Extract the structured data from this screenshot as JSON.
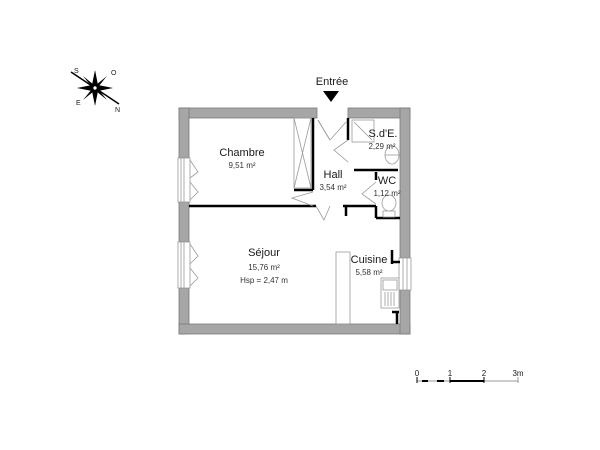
{
  "plan": {
    "entrance_label": "Entrée",
    "rooms": [
      {
        "id": "chambre",
        "name": "Chambre",
        "area": "9,51 m²"
      },
      {
        "id": "hall",
        "name": "Hall",
        "area": "3,54 m²"
      },
      {
        "id": "sde",
        "name": "S.d'E.",
        "area": "2,29 m²"
      },
      {
        "id": "wc",
        "name": "WC",
        "area": "1,12 m²"
      },
      {
        "id": "sejour",
        "name": "Séjour",
        "area": "15,76 m²",
        "height": "Hsp = 2,47 m"
      },
      {
        "id": "cuisine",
        "name": "Cuisine",
        "area": "5,58 m²"
      }
    ]
  },
  "scale_bar": {
    "ticks": [
      "0",
      "1",
      "2",
      "3m"
    ]
  },
  "compass": {
    "letters": [
      "O",
      "S",
      "E",
      "N"
    ]
  },
  "colors": {
    "wall_outer": "#a6a6a6",
    "wall_outline": "#7a7a7a",
    "wall_inner": "#000000",
    "fixture": "#9a9a9a"
  }
}
